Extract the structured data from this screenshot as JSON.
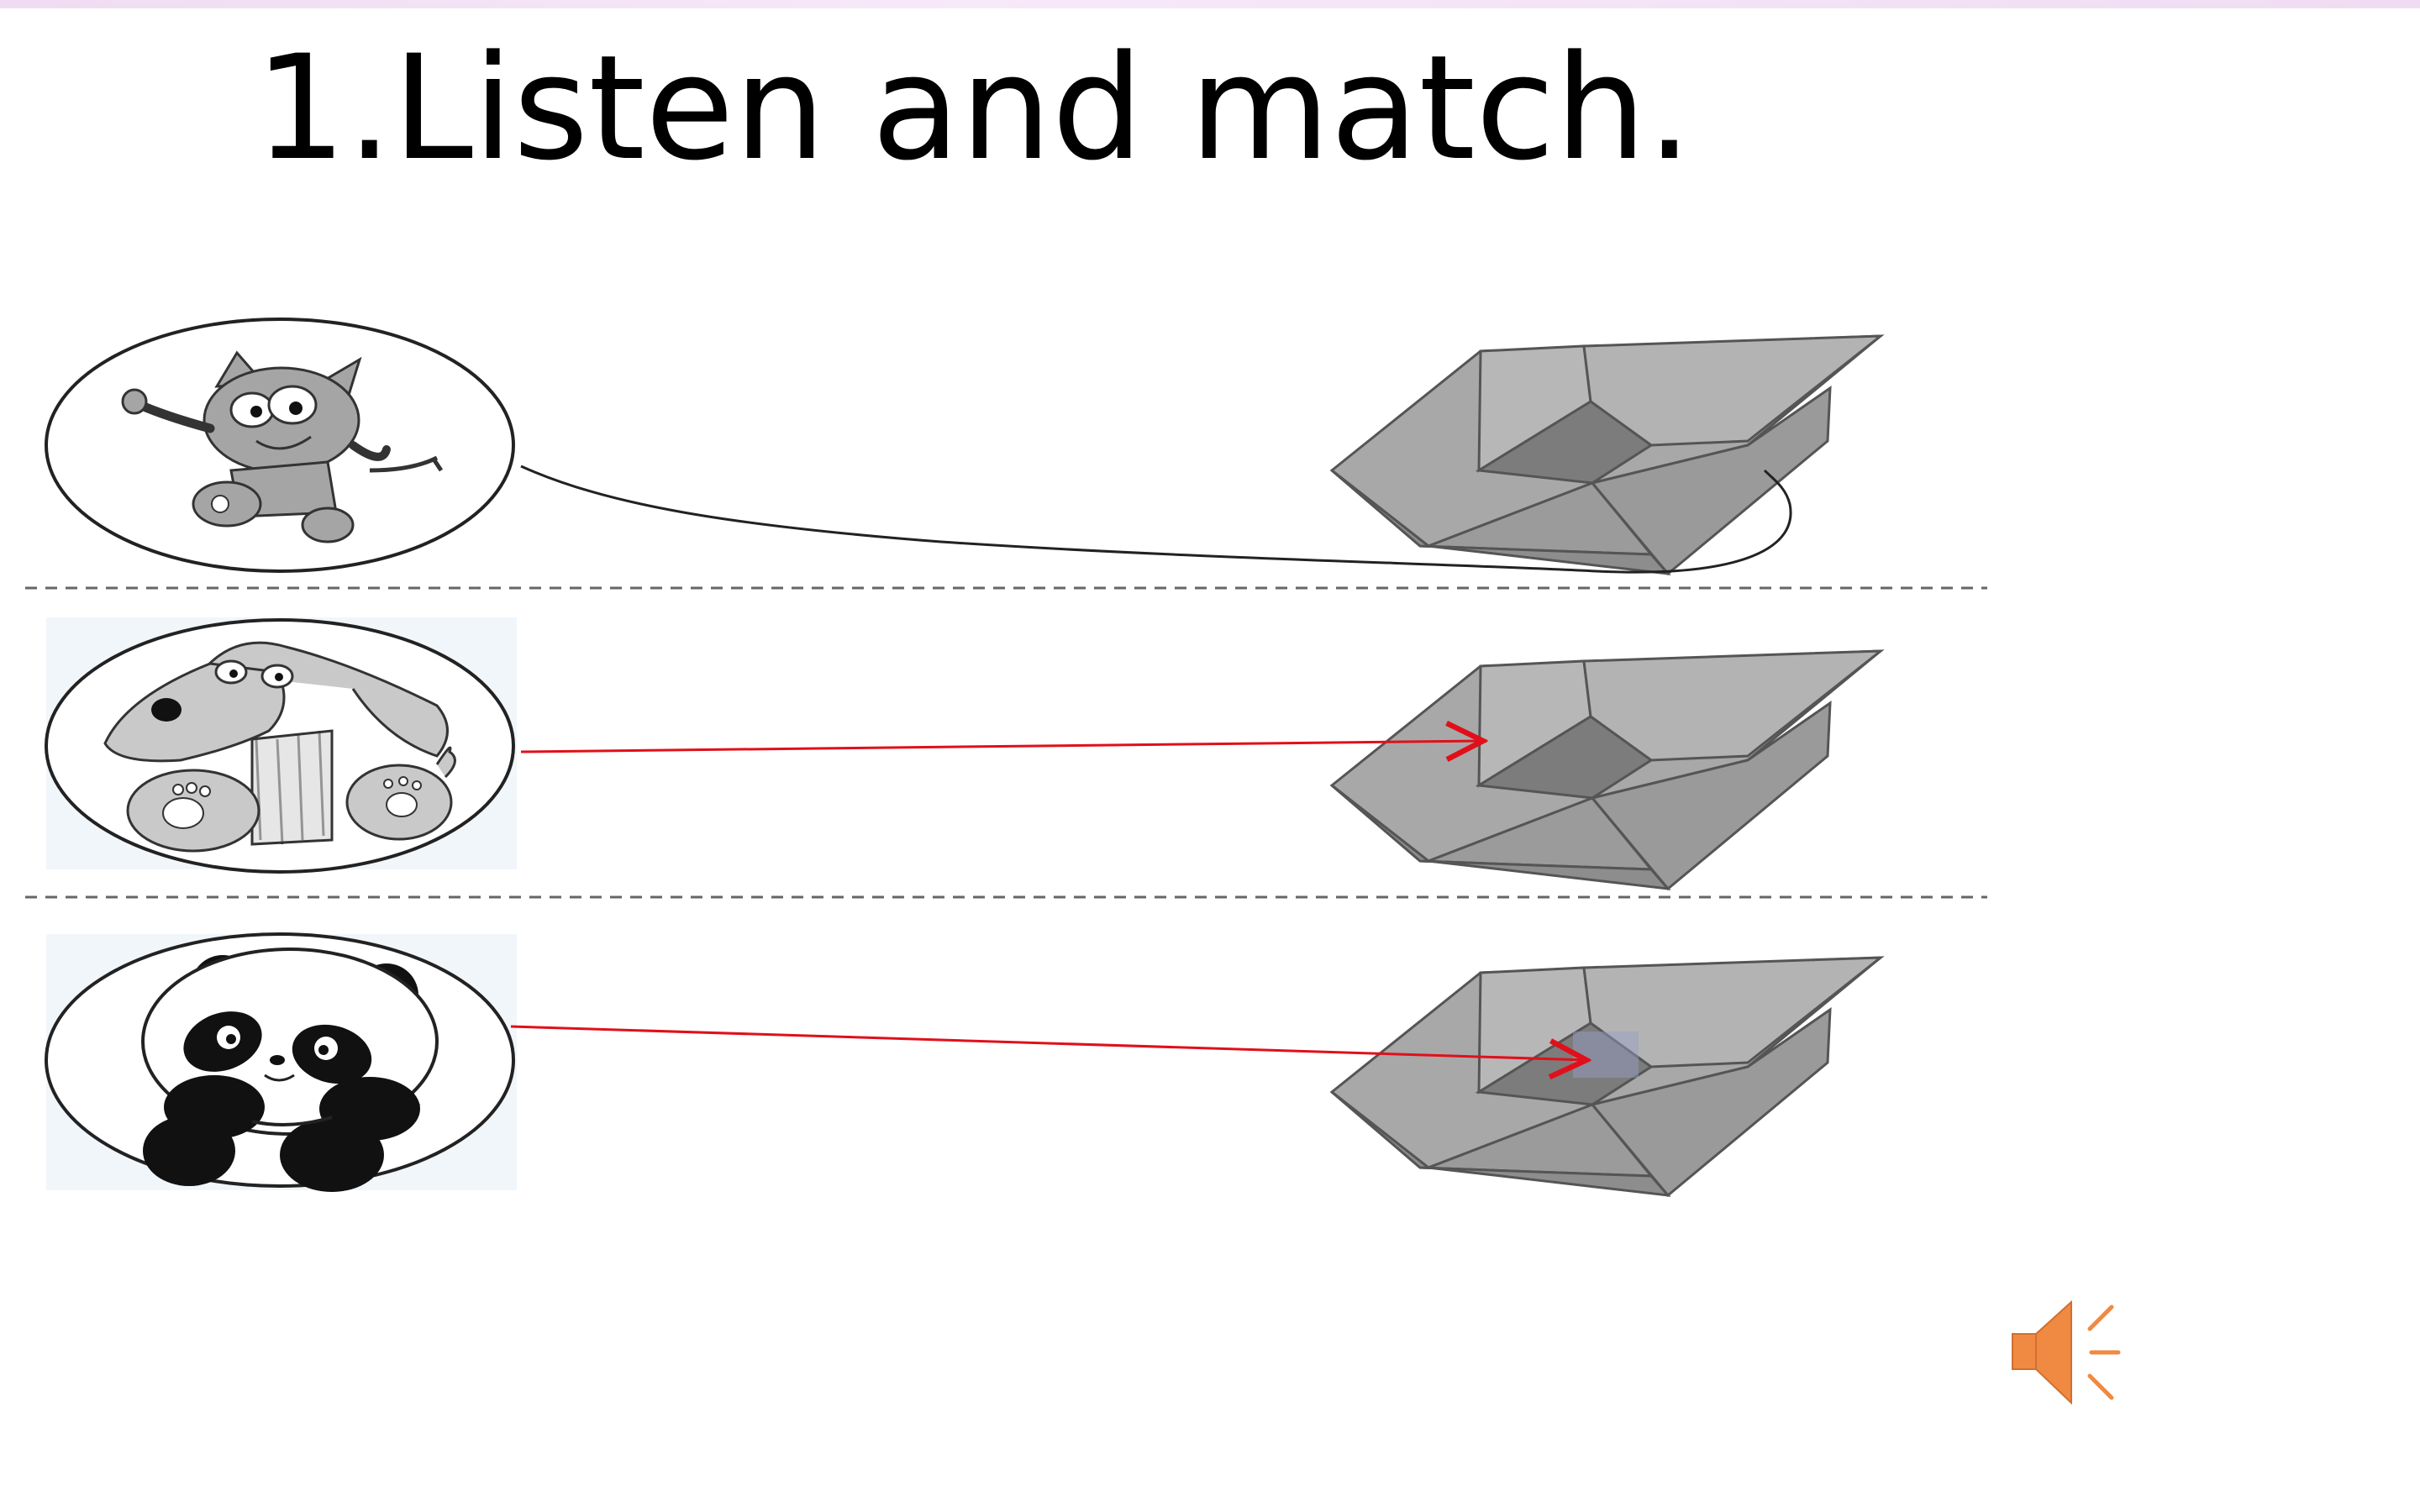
{
  "slide": {
    "title": "1.Listen and match."
  },
  "exercise": {
    "rows": [
      {
        "animal": "cat",
        "icon": "cat-icon",
        "box_position": "answer-line-to-box"
      },
      {
        "animal": "dog",
        "icon": "dog-icon",
        "box_position": "arrow-to-box"
      },
      {
        "animal": "panda",
        "icon": "panda-icon",
        "box_position": "arrow-into-box"
      }
    ],
    "object_icon": "box-icon"
  },
  "audio": {
    "icon": "speaker-icon"
  },
  "colors": {
    "title_text": "#000000",
    "arrow": "#e0101a",
    "box_fill": "#a8a8a8",
    "box_dark": "#8a8a8a",
    "speaker": "#f08a42",
    "top_band": "#efdcf2"
  }
}
